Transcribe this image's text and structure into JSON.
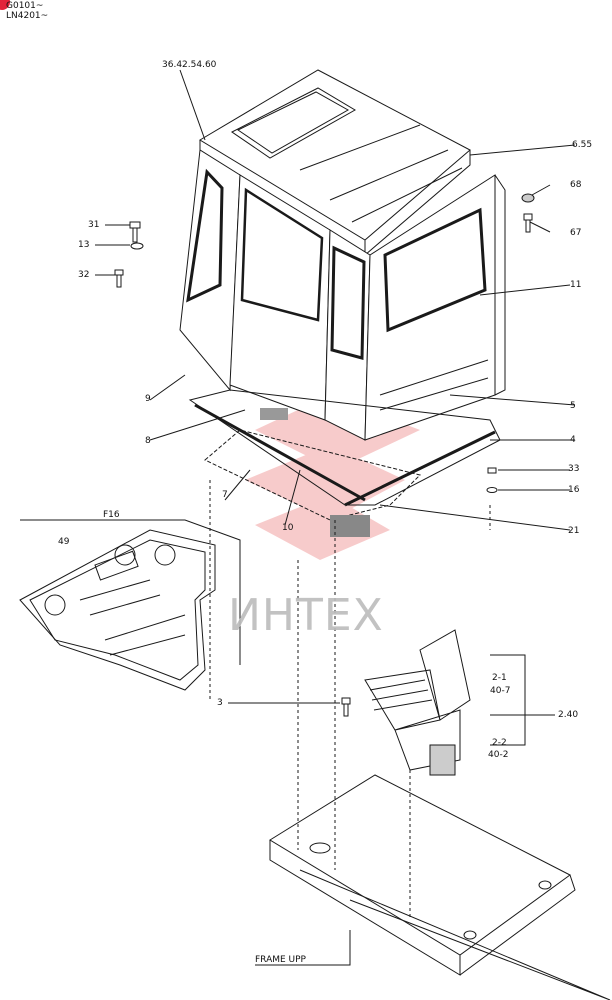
{
  "header": {
    "serial_line_1": "G0101~",
    "serial_line_2": "LN4201~"
  },
  "watermark": {
    "text": "ИНТЕХ",
    "color": "#f3b3b3"
  },
  "frame_label": "FRAME UPP",
  "callouts": {
    "c36": "36.42.54.60",
    "c6": "6.55",
    "c68": "68",
    "c67": "67",
    "c11": "11",
    "c31": "31",
    "c13": "13",
    "c32": "32",
    "c9": "9",
    "c8": "8",
    "c5": "5",
    "c4": "4",
    "c33": "33",
    "c16": "16",
    "c7": "7",
    "c10": "10",
    "c21": "21",
    "cF16": "F16",
    "c49": "49",
    "c3": "3",
    "c2_1": "2-1",
    "c40_7": "40-7",
    "c2_2": "2-2",
    "c40_2": "40-2",
    "c2_40": "2.40"
  },
  "colors": {
    "ink": "#1a1a1a",
    "accent_badge": "#e2223a"
  }
}
